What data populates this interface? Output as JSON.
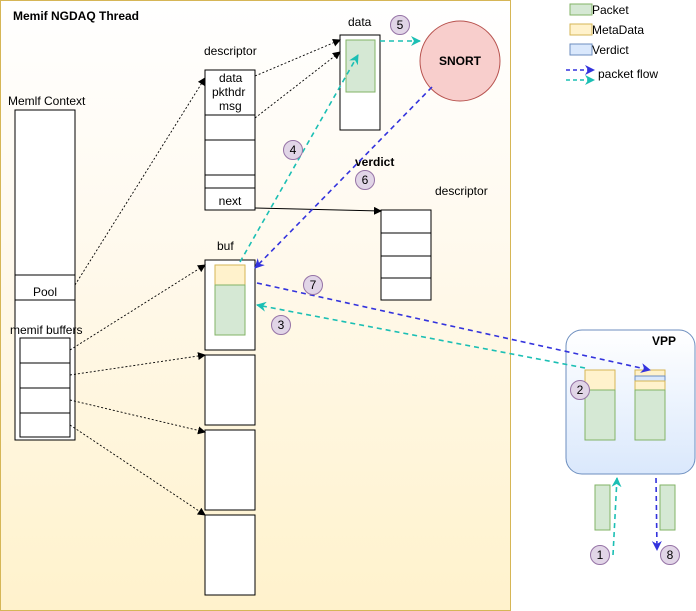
{
  "thread_title": "Memif NGDAQ Thread",
  "legend": {
    "packet": "Packet",
    "metadata": "MetaData",
    "verdict": "Verdict",
    "flow": "packet flow"
  },
  "labels": {
    "context": "Memlf Context",
    "pool": "Pool",
    "buffers": "memif buffers",
    "descriptor": "descriptor",
    "descriptor2": "descriptor",
    "data": "data",
    "buf": "buf",
    "verdict": "verdict",
    "snort": "SNORT",
    "vpp": "VPP"
  },
  "descriptor_fields": [
    "data",
    "pkthdr",
    "msg"
  ],
  "descriptor_next": "next",
  "steps": [
    "1",
    "2",
    "3",
    "4",
    "5",
    "6",
    "7",
    "8"
  ],
  "colors": {
    "thread_bg": "#FFF2CC",
    "packet": "#D5E8D4",
    "metadata": "#FFF2CC",
    "verdict": "#DAE8FC",
    "snort": "#F8CECC",
    "step": "#E1D5E7",
    "cyan_flow": "#1BBFB4",
    "blue_flow": "#3333DD"
  }
}
